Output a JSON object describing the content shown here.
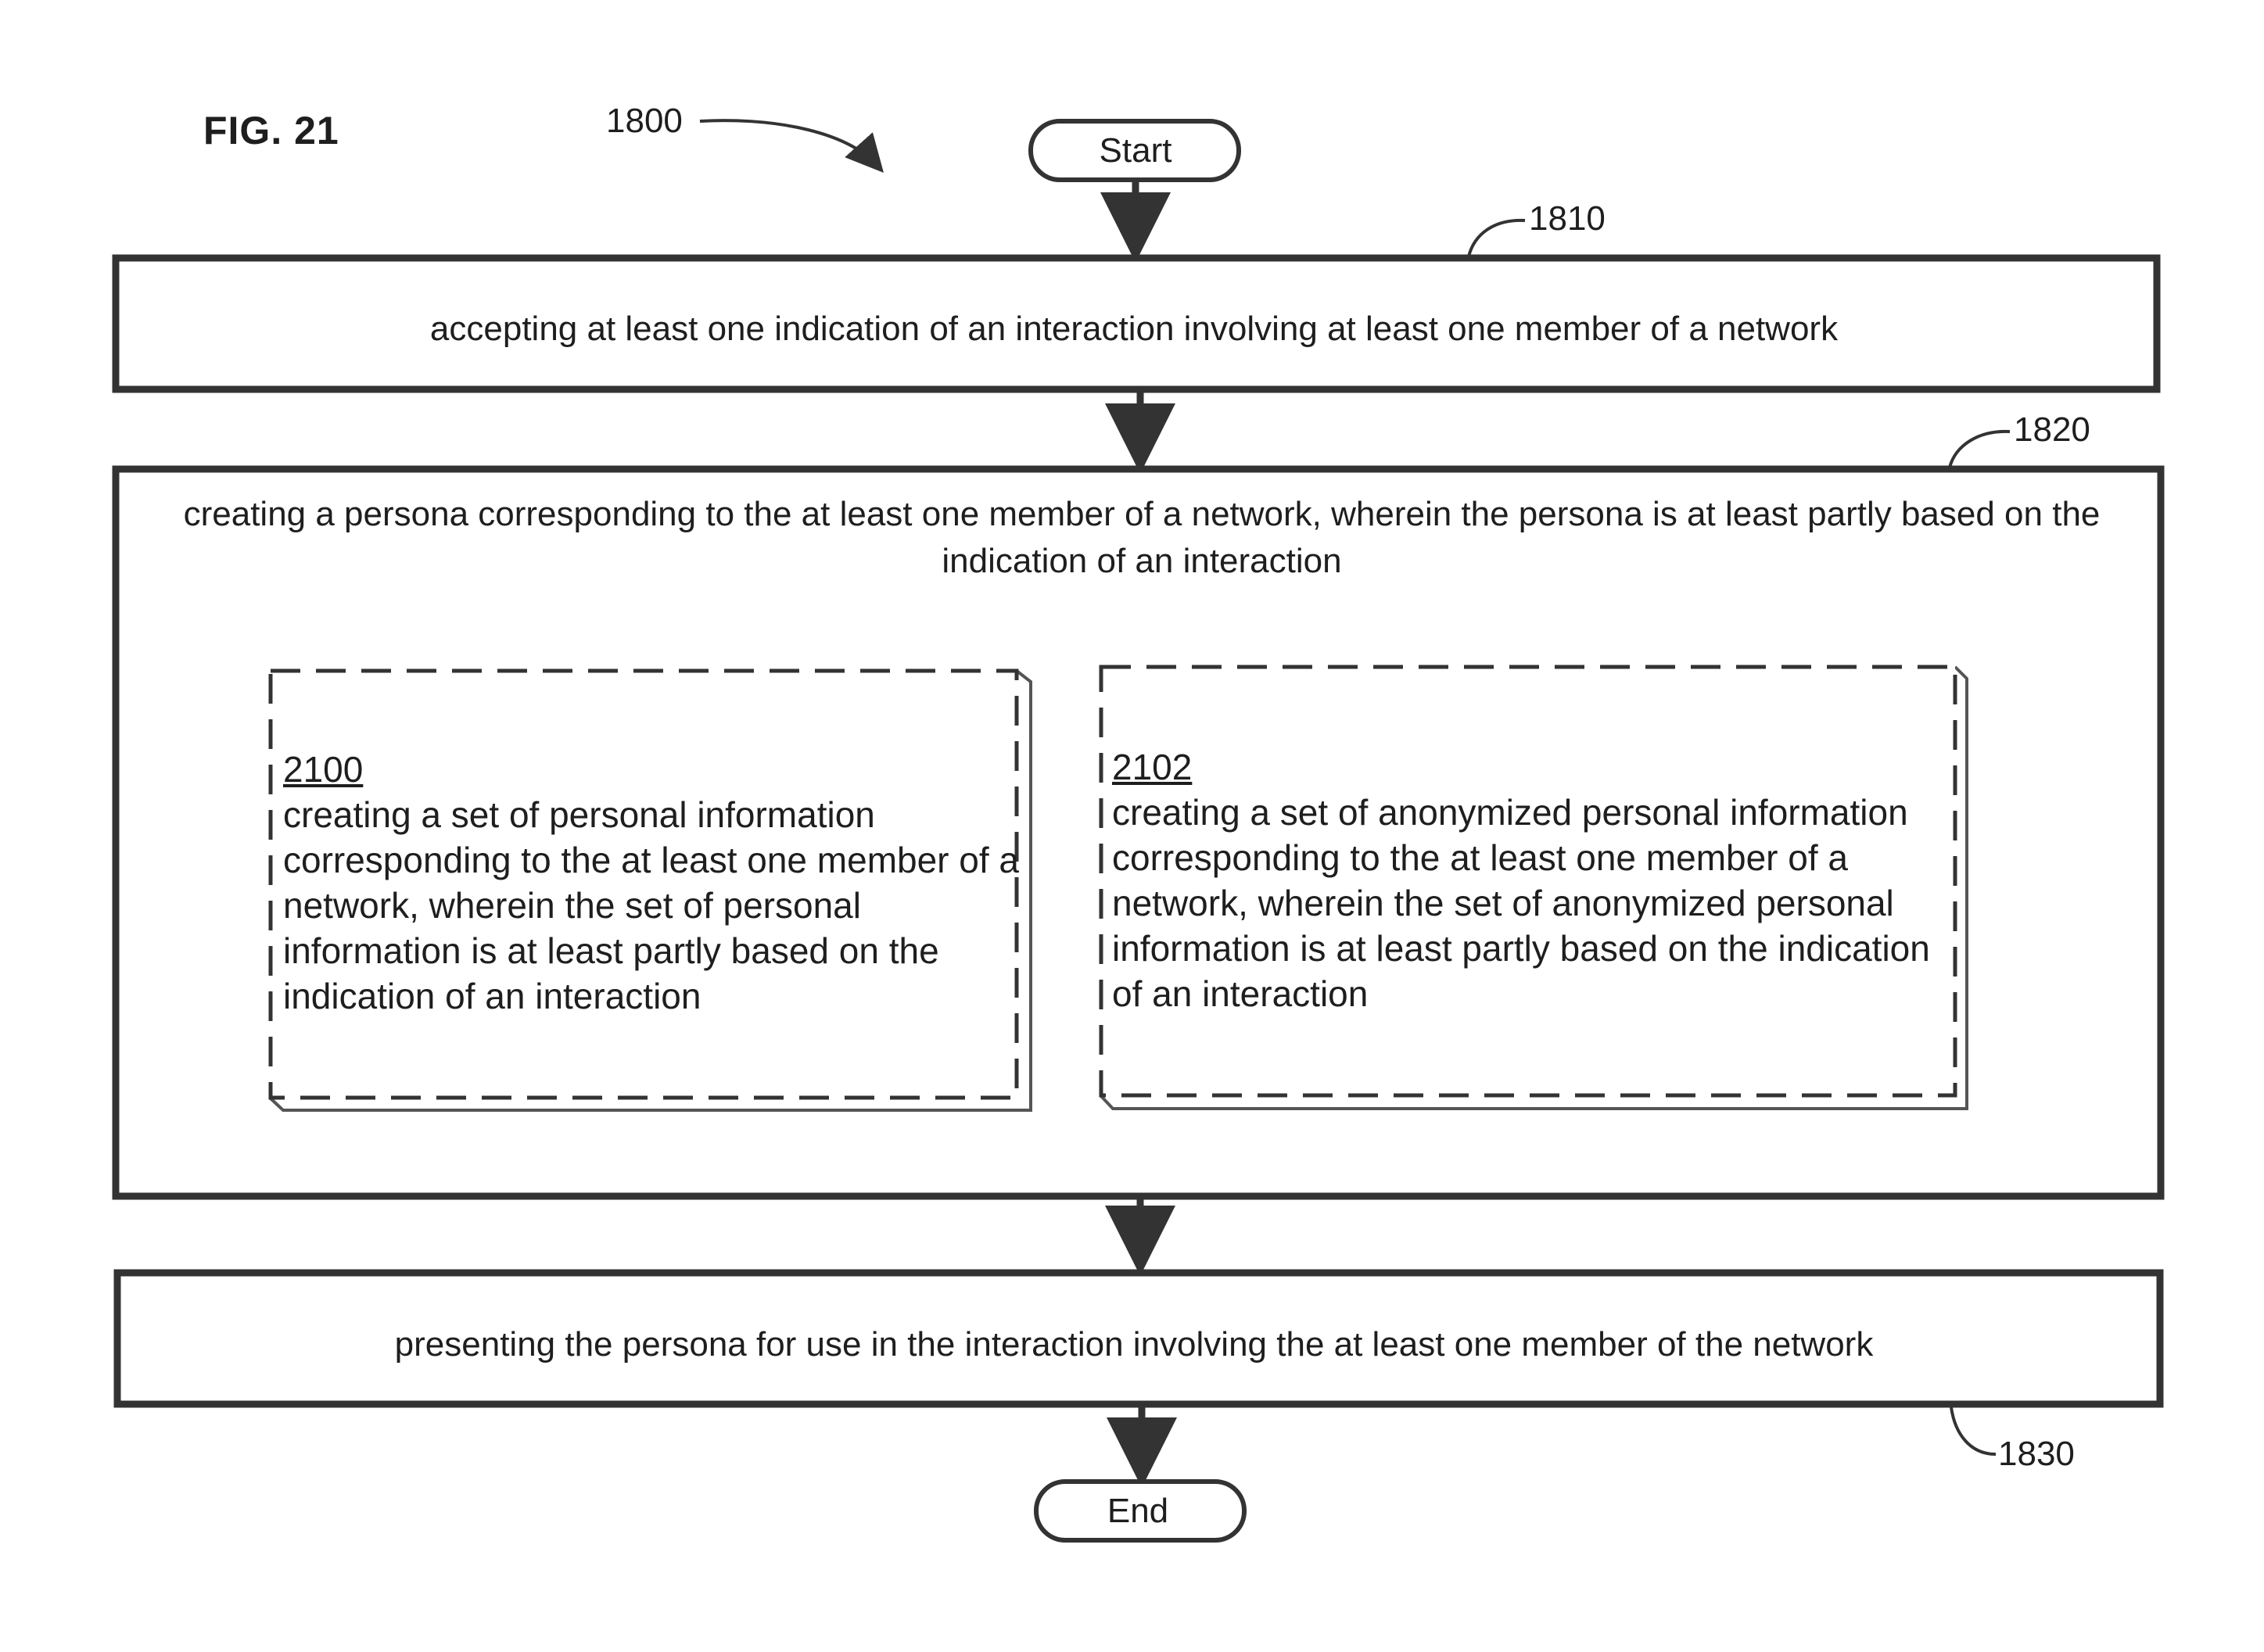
{
  "figure": {
    "label": "FIG. 21",
    "ref": "1800"
  },
  "start": {
    "label": "Start"
  },
  "end": {
    "label": "End"
  },
  "steps": [
    {
      "ref": "1810",
      "text": "accepting at least one indication of an interaction involving at least one member of a network"
    },
    {
      "ref": "1820",
      "text": "creating a persona corresponding to the at least one member of a network, wherein the persona is at least partly based on the indication of an interaction"
    },
    {
      "ref": "1830",
      "text": "presenting the persona for use in the interaction involving the at least one member of the network"
    }
  ],
  "substeps": [
    {
      "ref": "2100",
      "text": "creating a set of personal information corresponding to the at least one member of a network, wherein the set of personal information is at least partly based on the indication of an interaction"
    },
    {
      "ref": "2102",
      "text": "creating a set of anonymized personal information corresponding to the at least one member of a network, wherein the set of anonymized personal information is at least partly based on the indication of an interaction"
    }
  ]
}
